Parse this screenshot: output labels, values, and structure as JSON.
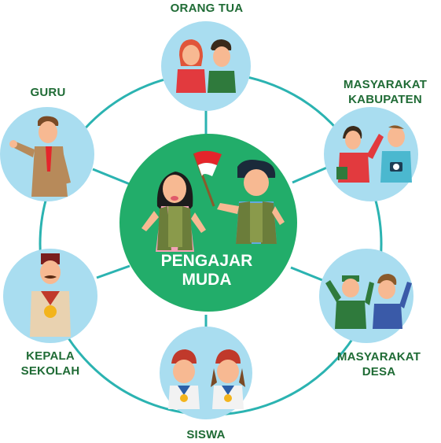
{
  "center": {
    "line1": "PENGAJAR",
    "line2": "MUDA"
  },
  "nodes": {
    "orang_tua": {
      "line1": "ORANG TUA"
    },
    "guru": {
      "line1": "GURU"
    },
    "masyarakat_kabupaten": {
      "line1": "MASYARAKAT",
      "line2": "KABUPATEN"
    },
    "kepala_sekolah": {
      "line1": "KEPALA",
      "line2": "SEKOLAH"
    },
    "masyarakat_desa": {
      "line1": "MASYARAKAT",
      "line2": "DESA"
    },
    "siswa": {
      "line1": "SISWA"
    }
  },
  "colors": {
    "ring": "#2bb3b1",
    "node_fill": "#a9ddf0",
    "center_fill": "#22ad6a",
    "label_text": "#1f6b35",
    "flag_red": "#e4252b"
  },
  "icons": {
    "orang_tua": "parents-couple-icon",
    "guru": "teacher-icon",
    "masyarakat_kabupaten": "regency-community-icon",
    "kepala_sekolah": "principal-icon",
    "masyarakat_desa": "village-community-icon",
    "siswa": "students-icon",
    "center": "young-teachers-with-flag-icon"
  }
}
